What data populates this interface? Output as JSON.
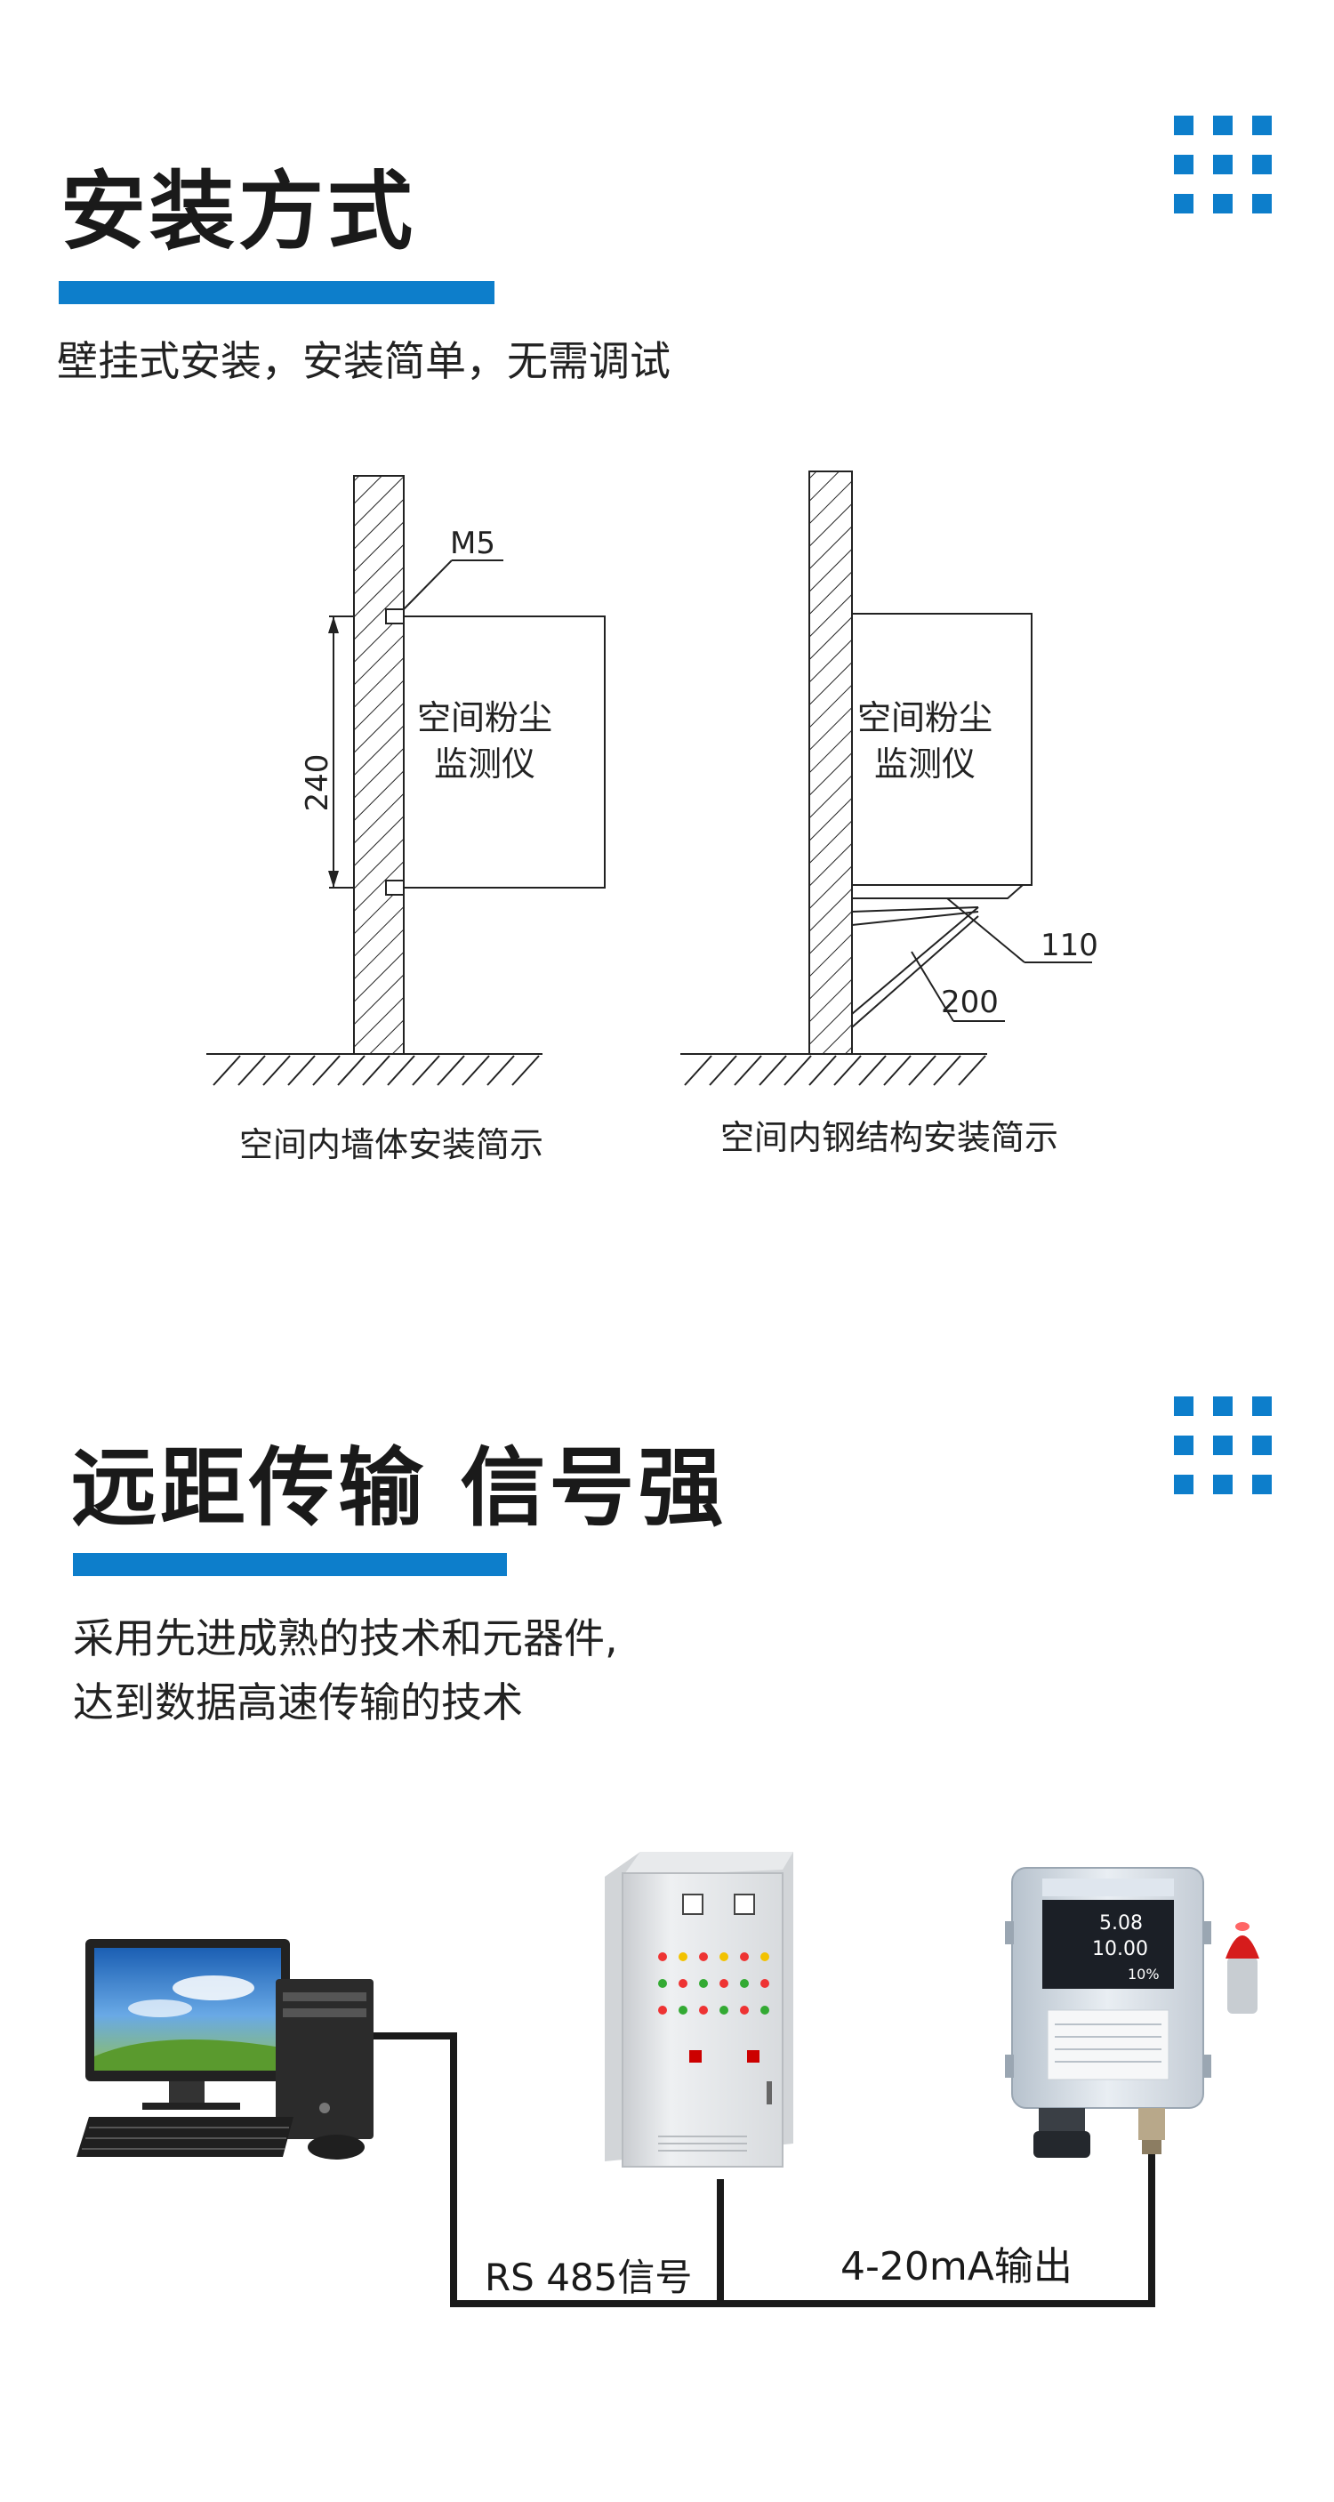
{
  "section1": {
    "title": "安装方式",
    "subtitle": "壁挂式安装，安装简单，无需调试",
    "diagram_wall": {
      "bolt_label": "M5",
      "dimension": "240",
      "device_line1": "空间粉尘",
      "device_line2": "监测仪",
      "caption": "空间内墙体安装简示"
    },
    "diagram_steel": {
      "device_line1": "空间粉尘",
      "device_line2": "监测仪",
      "dim_a": "110",
      "dim_b": "200",
      "caption": "空间内钢结构安装简示"
    }
  },
  "section2": {
    "title": "远距传输 信号强",
    "subtitle_line1": "采用先进成熟的技术和元器件,",
    "subtitle_line2": "达到数据高速传输的技术",
    "link_left": "RS 485信号",
    "link_right": "4-20mA输出",
    "device_screen": {
      "reading1": "5.08",
      "reading2": "10.00",
      "reading3": "10%"
    }
  },
  "colors": {
    "accent": "#0d7ecb",
    "text": "#1a1a1a",
    "line": "#1a1a1a"
  },
  "icons": [
    "dot-grid-icon",
    "computer-icon",
    "control-cabinet-icon",
    "dust-monitor-icon",
    "alarm-light-icon"
  ]
}
